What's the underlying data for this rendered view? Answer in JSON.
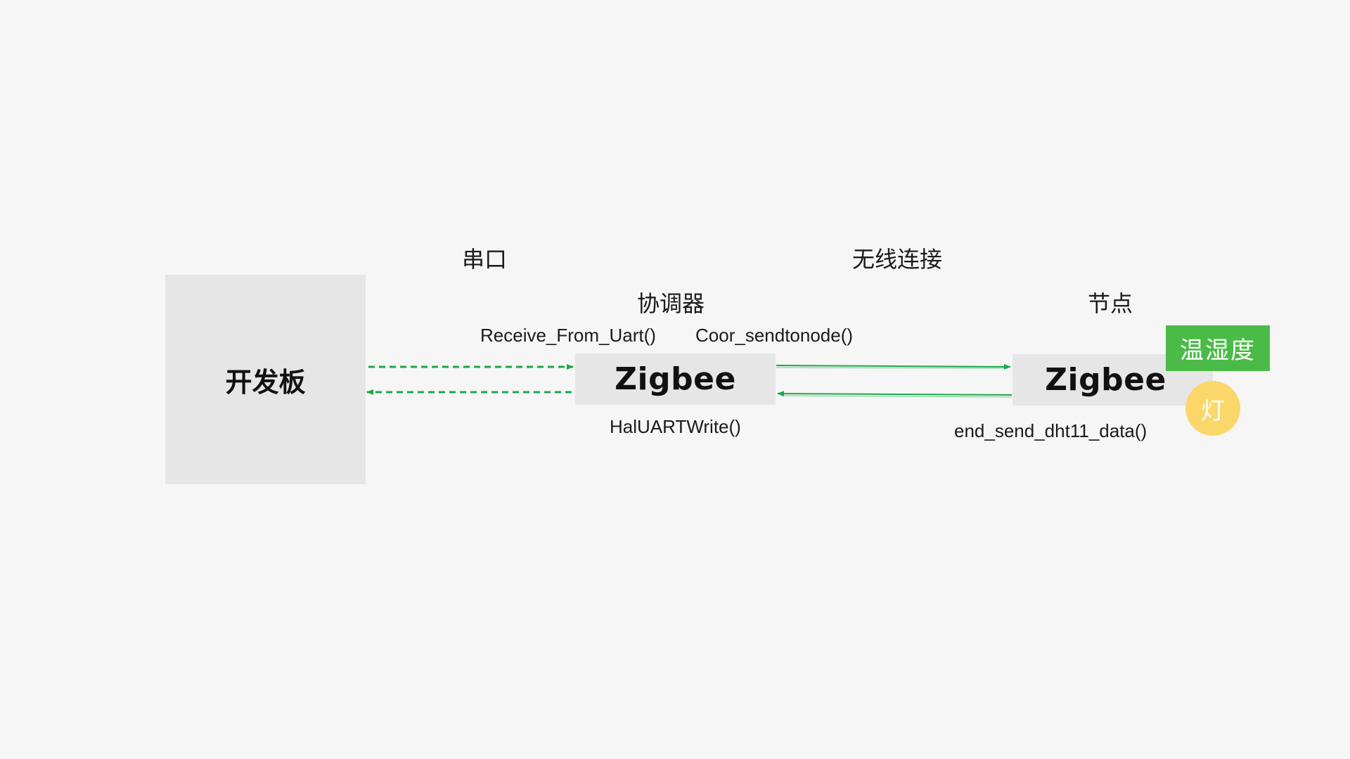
{
  "labels": {
    "serial": "串口",
    "wireless": "无线连接",
    "coordinator": "协调器",
    "node": "节点"
  },
  "boxes": {
    "board": "开发板",
    "coordinator_zigbee": "Zigbee",
    "node_zigbee": "Zigbee"
  },
  "functions": {
    "receive_from_uart": "Receive_From_Uart()",
    "coor_sendtonode": "Coor_sendtonode()",
    "hal_uart_write": "HalUARTWrite()",
    "end_send_dht11_data": "end_send_dht11_data()"
  },
  "sensors": {
    "temp_humidity": "温湿度",
    "lamp": "灯"
  },
  "colors": {
    "background": "#f6f6f6",
    "box_fill": "#e7e6e6",
    "arrow_green": "#1aa84a",
    "sensor_green": "#4bbb47",
    "lamp_yellow": "#fbd76a"
  }
}
